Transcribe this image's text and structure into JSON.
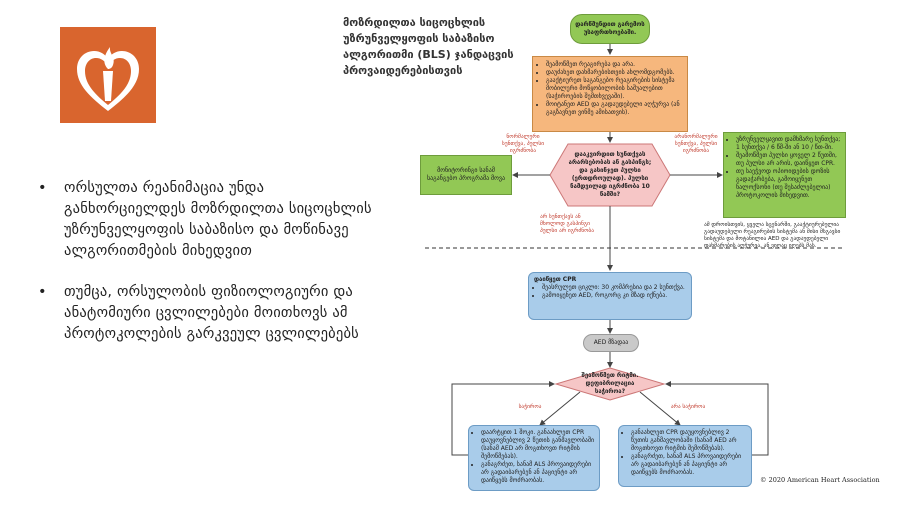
{
  "slide": {
    "bullets": [
      "ორსულთა რეანიმაცია უნდა განხორციელდეს მოზრდილთა სიცოცხლის უზრუნველყოფის საბაზისო და მოწინავე ალგორითმების მიხედვით",
      "თუმცა, ორსულობის ფიზიოლოგიური და ანატომიური ცვლილებები მოითხოვს ამ პროტოკოლების გარკვეულ ცვლილებებს"
    ],
    "bullet_symbol": "•",
    "copyright": "© 2020 American Heart Association"
  },
  "diagram": {
    "heading": "მოზრდილთა სიცოცხლის უზრუნველყოფის საბაზისო ალგორითმი (BLS) ჯანდაცვის პროვაიდერებისთვის",
    "start": "დარწმუნდით გარემოს უსაფრთხოებაში.",
    "orange_items": [
      "შეამოწმეთ რეაგირება და არა.",
      "დაუძახეთ დახმარებისთვის ახლომდგომებს.",
      "გააქტიურეთ საგანგებო რეაგირების სისტემა მობილური მოწყობილობის საშუალებით (საჭიროების შემთხვევაში).",
      "მოიტანეთ AED და გადაუდებელი აღჭურვა (ან გაგზავნეთ ვინმე ამისათვის)."
    ],
    "decision1": "დააკვირდით სუნთქვას არარსებობას ან გასპინგს; და გასინჯეთ პულსი (ერთდროულად). პულსი ნამდვილად იგრძნობა 10 წამში?",
    "label_normal_breathing": "ნორმალური სუნთქვა, პულსი იგრძნობა",
    "label_abnormal_breathing": "არანორმალური სუნთქვა, პულსი იგრძნობა",
    "label_no_breathing": "არ სუნთქავს ან მხოლოდ გასპინგი პულსი არ იგრძნობა",
    "left_green": "მონიტორინგი სანამ საგანგებო პროგრამა მოვა",
    "right_green_items": [
      "უზრუნველყავით დამხმარე სუნთქვა; 1 სუნთქვა / 6 წმ-ში ან 10 / წთ-ში.",
      "შეამოწმეთ პულსი ყოველ 2 წუთში, თუ პულსი არ არის, დაიწყეთ CPR.",
      "თუ საეჭვოდ ოპიოიდების დოზის გადაჭარბება, გამოიყენეთ ნალოქსონი (თუ შესაძლებელია) პროტოკოლის მიხედვით."
    ],
    "note": "ამ დროისთვის, ყველა სცენარში, გააქტიურებულია გადაუდებელი რეაგირების სისტემა ან მისი მსგავსი სისტემა და მოტანილია AED და გადაუდებელი დახმარების აღჭურვა, ან ვიღაც იღებს მას.",
    "cpr_title": "დაიწყეთ CPR",
    "cpr_items": [
      "შეასრულეთ ციკლი: 30 კომპრესია და 2 სუნთქვა.",
      "გამოიყენეთ AED, როგორც კი მზად იქნება."
    ],
    "aed_arrives": "AED მზადაა",
    "decision2": "შეამოწმეთ რიტმი. დეფიბრილაცია საჭიროა?",
    "label_yes": "საჭიროა",
    "label_no": "არა საჭიროა",
    "left_blue_items": [
      "დაარტყით 1 შოკი. განაახლეთ CPR დაუყოვნებლივ 2 წუთის განმავლობაში (სანამ AED არ მოგთხოვთ რიტმის შემოწმებას).",
      "განაგრძეთ, სანამ ALS პროვაიდერები არ გადაიბარებენ ან პაციენტი არ დაიწყებს მოძრაობას."
    ],
    "right_blue_items": [
      "განაახლეთ CPR დაუყოვნებლივ 2 წუთის განმავლობაში (სანამ AED არ მოგთხოვთ რიტმის შემოწმებას).",
      "განაგრძეთ, სანამ ALS პროვაიდერები არ გადაიბარებენ ან პაციენტი არ დაიწყებს მოძრაობას."
    ]
  }
}
